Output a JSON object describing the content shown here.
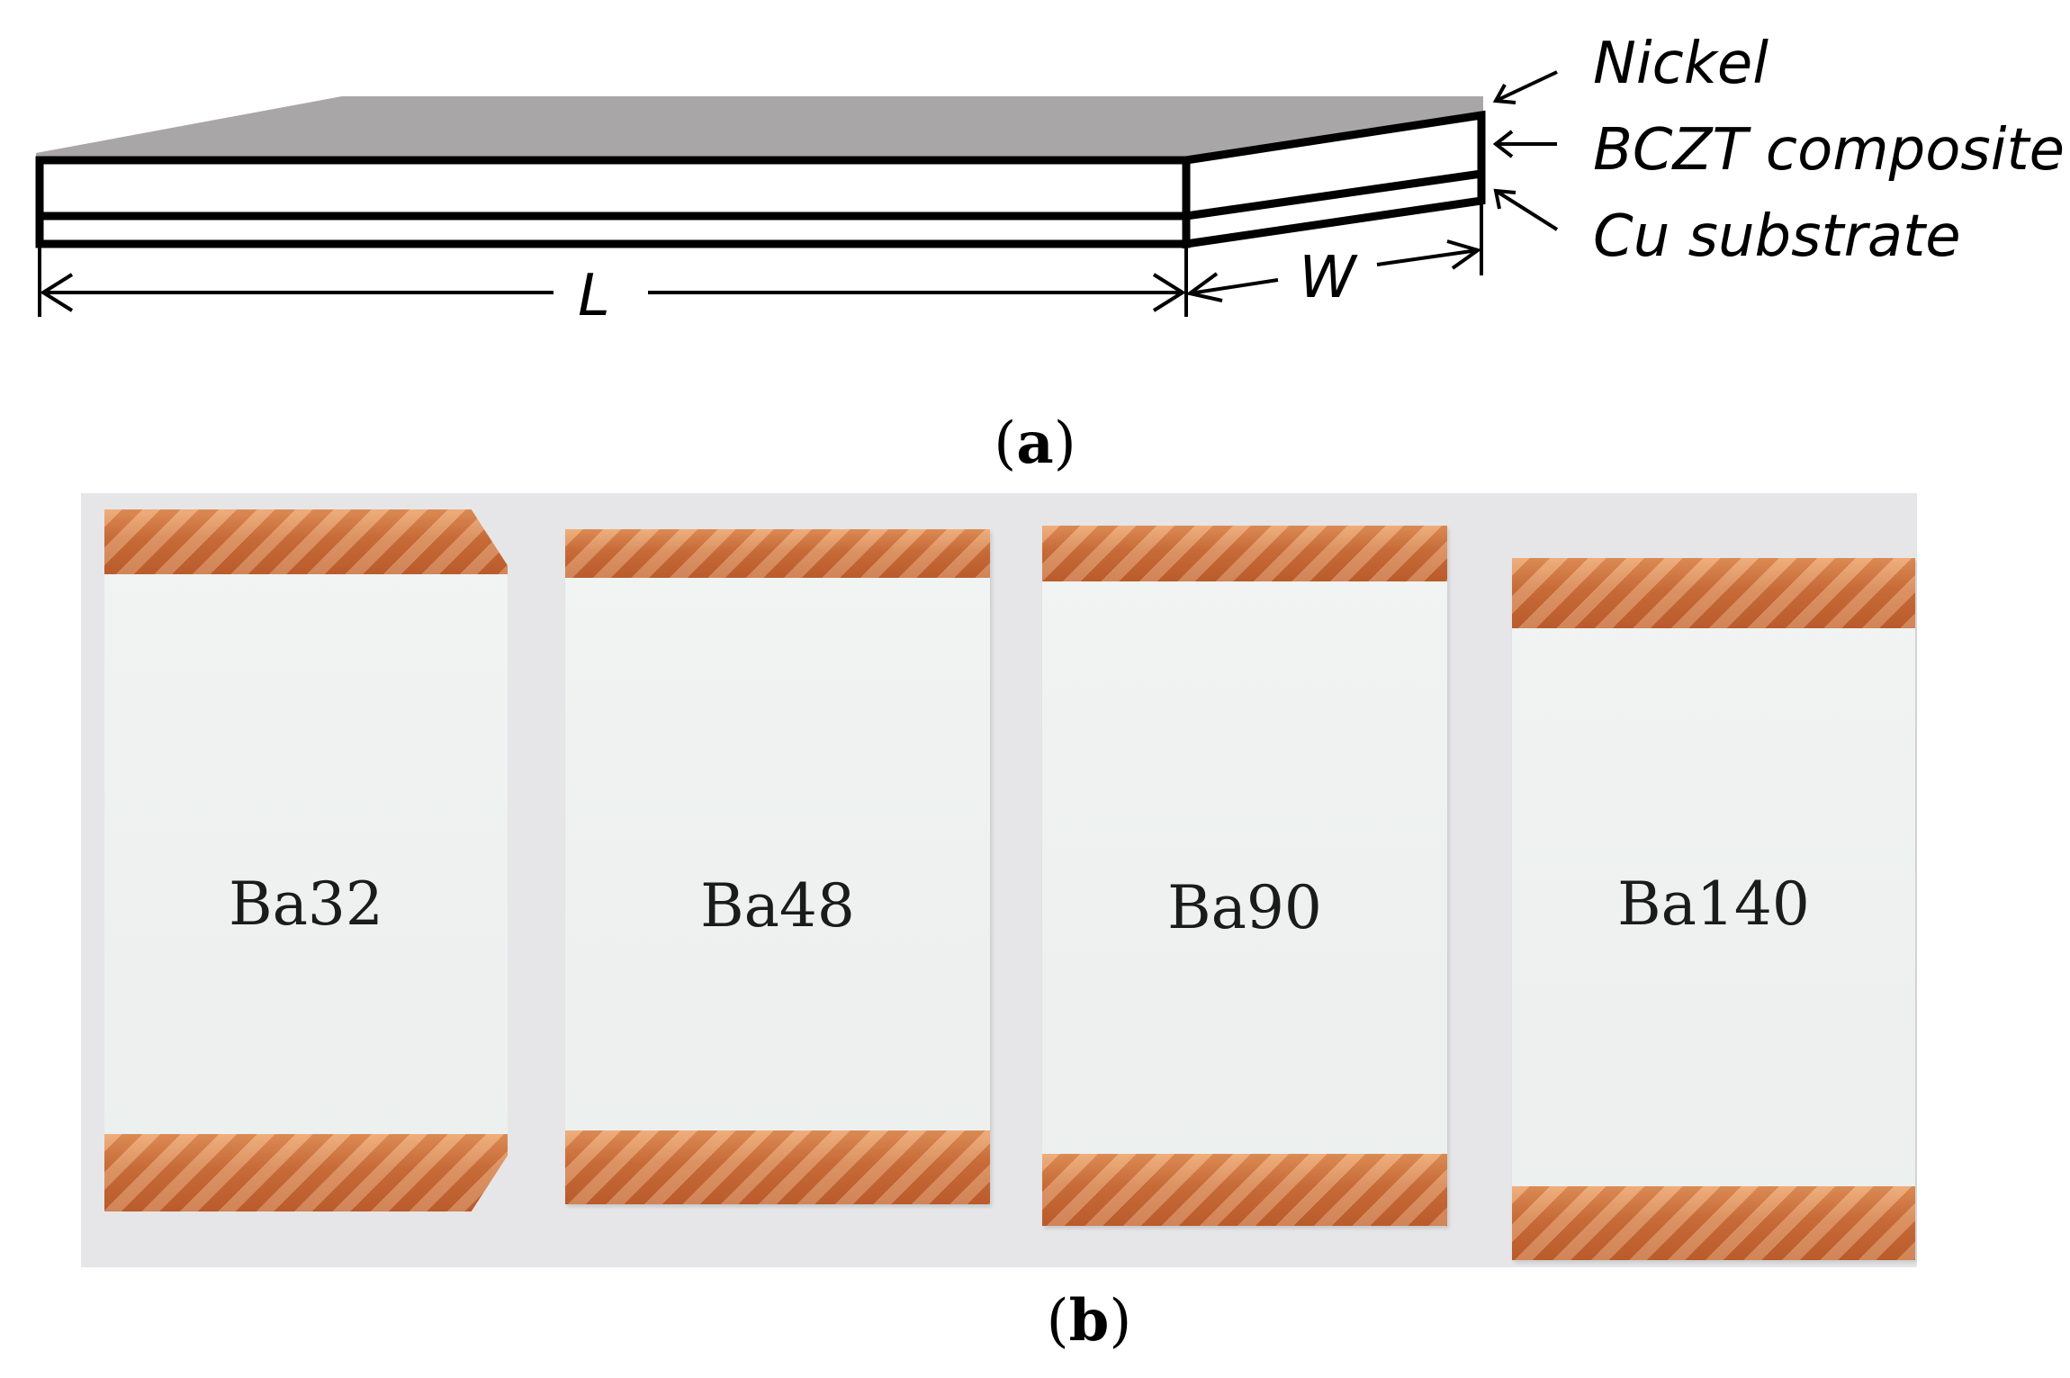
{
  "figure_a": {
    "layers": {
      "nickel": "Nickel",
      "bczt": "BCZT composite",
      "cu": "Cu substrate"
    },
    "dimensions": {
      "length": "L",
      "width": "W"
    },
    "caption_letter": "a"
  },
  "figure_b": {
    "samples": [
      {
        "label": "Ba32"
      },
      {
        "label": "Ba48"
      },
      {
        "label": "Ba90"
      },
      {
        "label": "Ba140"
      }
    ],
    "caption_letter": "b"
  },
  "colors": {
    "nickel_top": "#a9a6a8",
    "copper": "#c9703d",
    "sample_face": "#eef1f0",
    "photo_background": "#e6e6e8"
  }
}
